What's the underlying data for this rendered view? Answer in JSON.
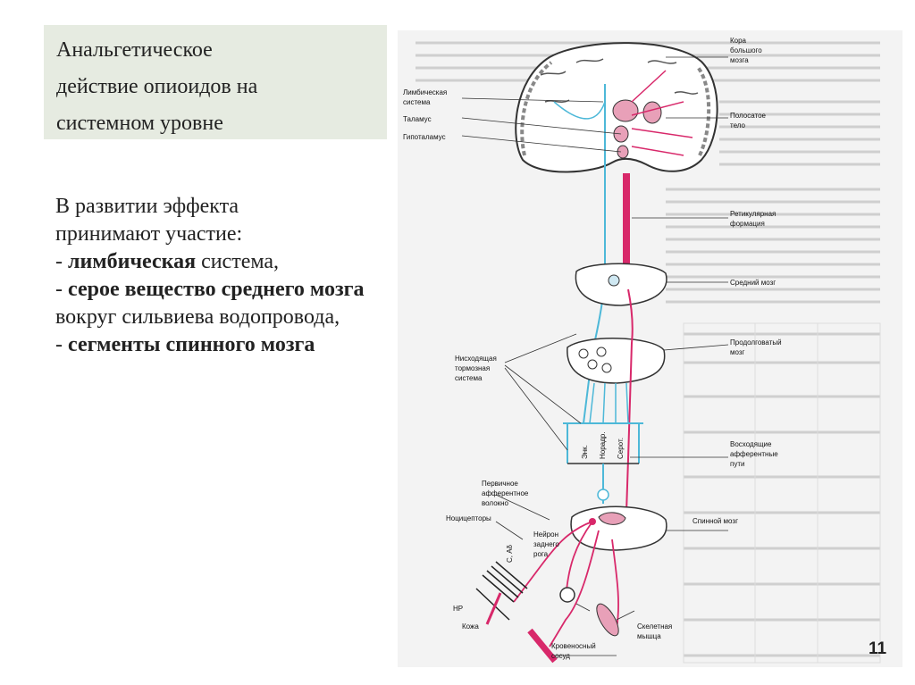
{
  "slide": {
    "title_lines": [
      "Анальгетическое",
      "действие опиоидов на",
      "системном уровне"
    ],
    "intro_lines": [
      "В развитии эффекта",
      "принимают участие:"
    ],
    "items": [
      {
        "prefix": "- ",
        "bold": "лимбическая",
        "rest": " система,"
      },
      {
        "prefix": "- ",
        "bold": "серое вещество среднего мозга",
        "rest": " вокруг сильвиева водопровода,"
      },
      {
        "prefix": "- ",
        "bold": "сегменты спинного мозга",
        "rest": ""
      }
    ],
    "page_number": "11"
  },
  "figure": {
    "labels": {
      "cortex": [
        "Кора",
        "большого",
        "мозга"
      ],
      "limbic": [
        "Лимбическая",
        "система"
      ],
      "thalamus": "Таламус",
      "hypothalamus": "Гипоталамус",
      "striatum": [
        "Полосатое",
        "тело"
      ],
      "reticular": [
        "Ретикулярная",
        "формация"
      ],
      "midbrain": "Средний мозг",
      "medulla": [
        "Продолговатый",
        "мозг"
      ],
      "descending": [
        "Нисходящая",
        "тормозная",
        "система"
      ],
      "ascending": [
        "Восходящие",
        "афферентные",
        "пути"
      ],
      "primary_afferent": [
        "Первичное",
        "афферентное",
        "волокно"
      ],
      "nociceptors": "Ноцицепторы",
      "spinal_cord": "Спинной мозг",
      "dorsal_horn": [
        "Нейрон",
        "заднего",
        "рога"
      ],
      "skin": "Кожа",
      "skeletal_muscle": [
        "Скелетная",
        "мышца"
      ],
      "blood_vessel": [
        "Кровеносный",
        "сосуд"
      ],
      "nr": "НР",
      "fibers": "С, Aδ",
      "enk": "Энк.",
      "noradr": "Норадр.",
      "serot": "Серот."
    },
    "colors": {
      "pink": "#d8286a",
      "cyan": "#4db8d8",
      "line": "#333333"
    }
  }
}
